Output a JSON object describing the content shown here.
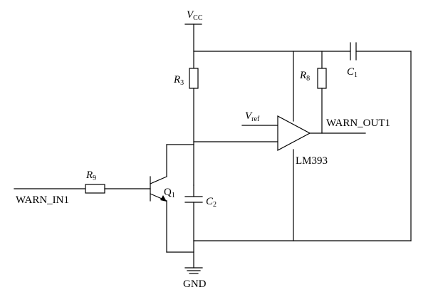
{
  "labels": {
    "vcc_main": "V",
    "vcc_sub": "CC",
    "r3_main": "R",
    "r3_sub": "3",
    "r8_main": "R",
    "r8_sub": "8",
    "r9_main": "R",
    "r9_sub": "9",
    "c1_main": "C",
    "c1_sub": "1",
    "c2_main": "C",
    "c2_sub": "2",
    "q1_main": "Q",
    "q1_sub": "1",
    "vref_main": "V",
    "vref_sub": "ref",
    "comparator": "LM393",
    "warn_out": "WARN_OUT1",
    "warn_in": "WARN_IN1",
    "gnd": "GND"
  }
}
